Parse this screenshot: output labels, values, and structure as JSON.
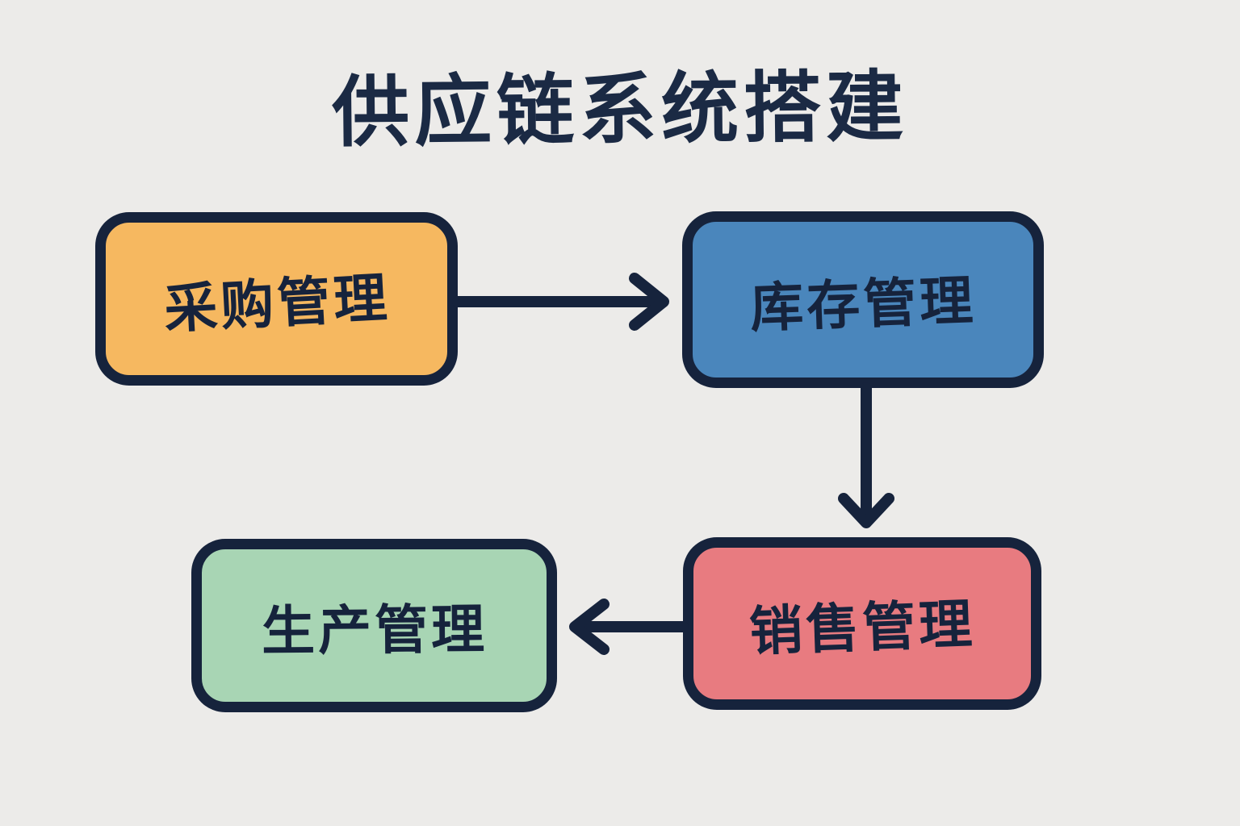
{
  "title": {
    "text": "供应链系统搭建",
    "color": "#1b2a44"
  },
  "nodes": [
    {
      "id": "procurement",
      "label": "采购管理",
      "fill": "#f6b860"
    },
    {
      "id": "inventory",
      "label": "库存管理",
      "fill": "#4a86bc"
    },
    {
      "id": "sales",
      "label": "销售管理",
      "fill": "#e87b80"
    },
    {
      "id": "production",
      "label": "生产管理",
      "fill": "#a8d5b4"
    }
  ],
  "edges": [
    {
      "from": "采购管理",
      "to": "库存管理",
      "direction": "right"
    },
    {
      "from": "库存管理",
      "to": "销售管理",
      "direction": "down"
    },
    {
      "from": "销售管理",
      "to": "生产管理",
      "direction": "left"
    }
  ],
  "style": {
    "background": "#ecebe9",
    "stroke_color": "#16233c",
    "stroke_width": "14",
    "border_width": "13"
  }
}
